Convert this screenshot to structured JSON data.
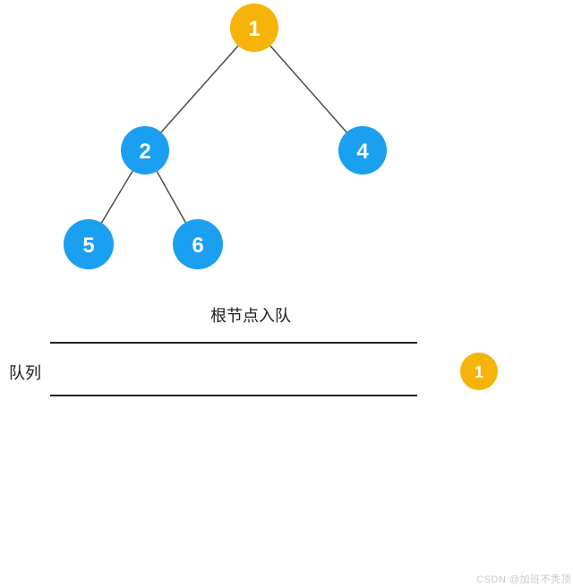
{
  "colors": {
    "visited_node": "#F6B40B",
    "unvisited_node": "#1B9FF0",
    "node_text": "#ffffff",
    "edge": "#4D4D4D",
    "queue_line": "#222222",
    "caption_text": "#1c1c1c",
    "watermark_text": "#c9c9c9"
  },
  "tree": {
    "nodes": [
      {
        "label": "1",
        "state": "visited"
      },
      {
        "label": "2",
        "state": "unvisited"
      },
      {
        "label": "4",
        "state": "unvisited"
      },
      {
        "label": "5",
        "state": "unvisited"
      },
      {
        "label": "6",
        "state": "unvisited"
      }
    ],
    "edges": [
      {
        "from": "1",
        "to": "2"
      },
      {
        "from": "1",
        "to": "4"
      },
      {
        "from": "2",
        "to": "5"
      },
      {
        "from": "2",
        "to": "6"
      }
    ]
  },
  "caption": "根节点入队",
  "queue": {
    "label": "队列",
    "items": [
      {
        "label": "1",
        "state": "visited"
      }
    ]
  },
  "watermark": "CSDN @加班不秃顶"
}
